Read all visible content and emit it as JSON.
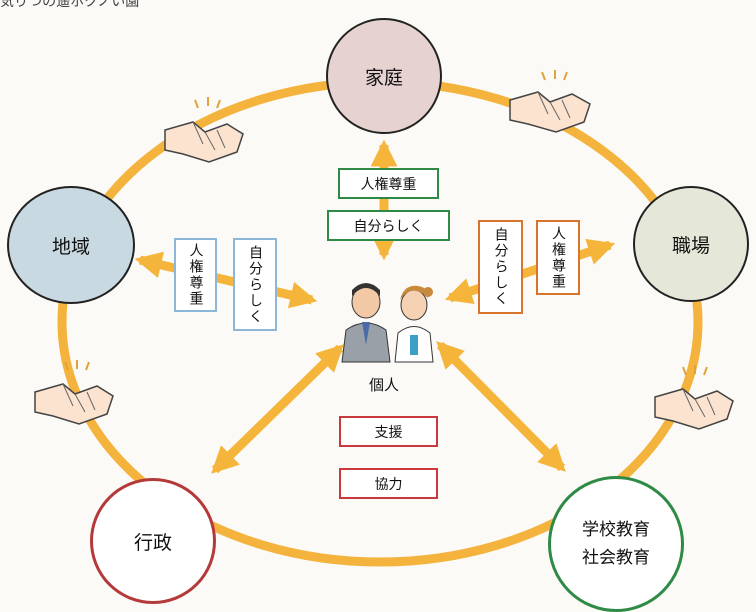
{
  "header_fragment": "気りつの遥ホクノい園",
  "nodes": {
    "family": "家庭",
    "workplace": "職場",
    "community": "地域",
    "government": "行政",
    "school_education": "学校教育",
    "social_education": "社会教育"
  },
  "center": {
    "label": "個人"
  },
  "tags": {
    "family_rights": "人権尊重",
    "family_self": "自分らしく",
    "community_rights": "人権尊重",
    "community_self": "自分らしく",
    "workplace_self": "自分らしく",
    "workplace_rights": "人権尊重",
    "support": "支援",
    "cooperation": "協力"
  },
  "icons": [
    "handshake-icon",
    "person-man-icon",
    "person-woman-icon",
    "double-arrow-icon"
  ],
  "colors": {
    "ring": "#f4b33c",
    "arrow": "#f5b53a",
    "family_fill": "#e6d3d1",
    "workplace_fill": "#e5e8d8",
    "community_fill": "#c9d9e1",
    "government_border": "#b43a3a",
    "education_border": "#2f8a45",
    "green_tag": "#2f8a45",
    "blue_tag": "#8db7d8",
    "orange_tag": "#d9742c",
    "red_tag": "#c9383a"
  }
}
